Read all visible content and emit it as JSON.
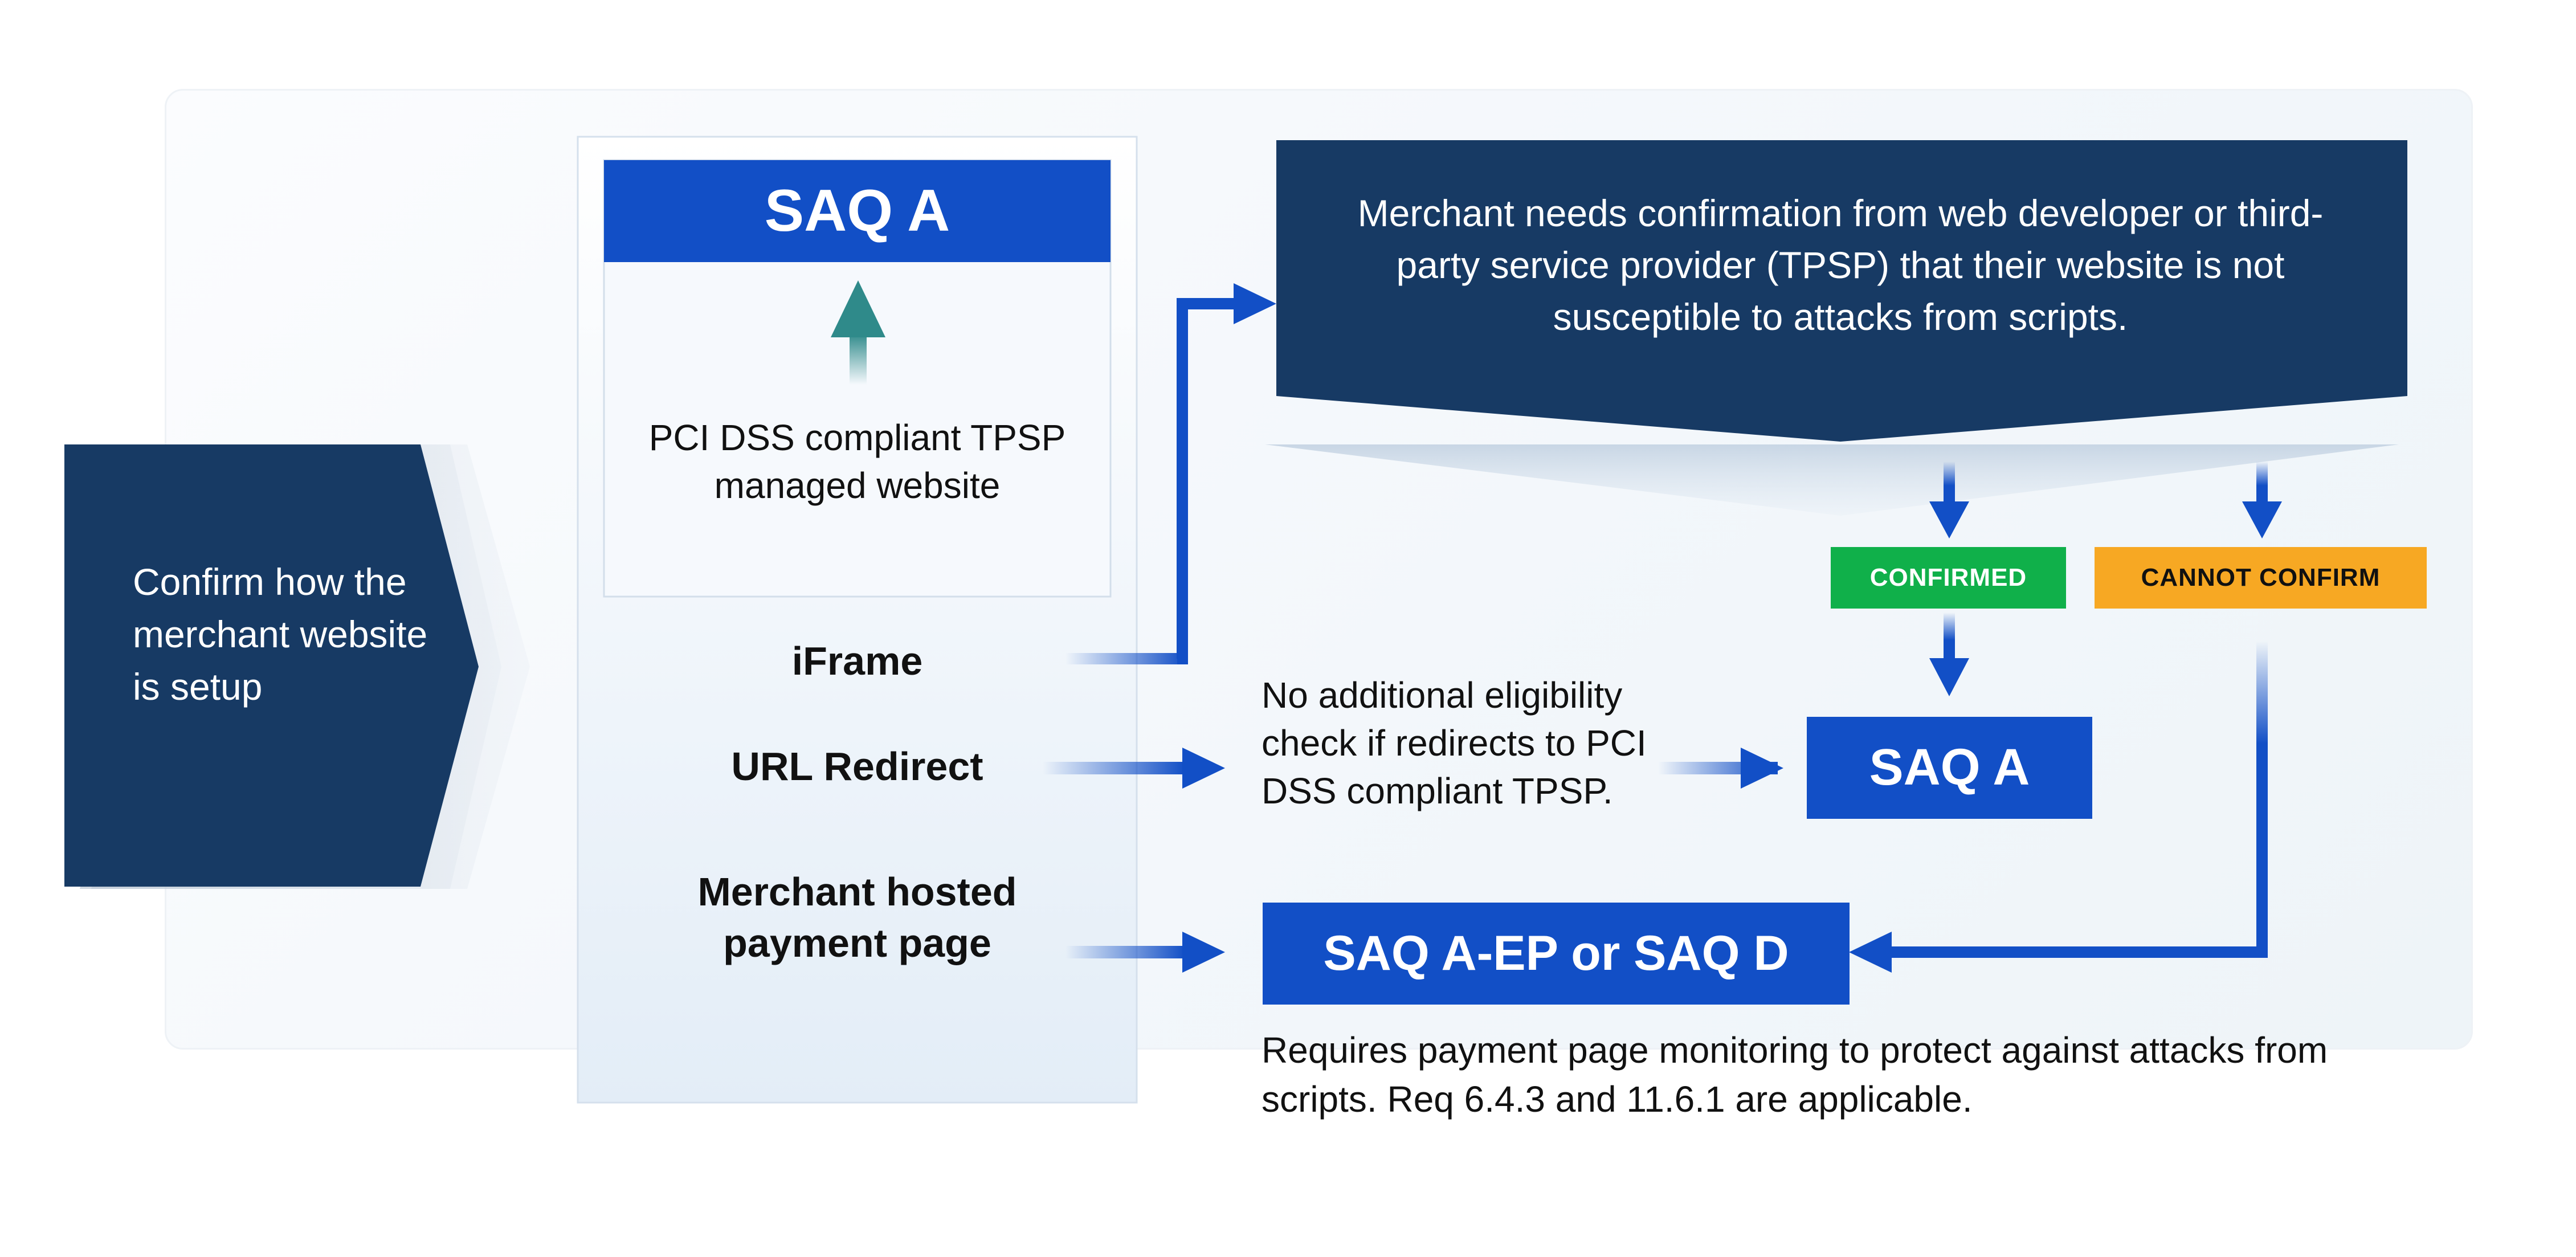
{
  "diagram": {
    "start_label": "Confirm how the merchant website is setup",
    "column": {
      "top_box_header": "SAQ A",
      "top_box_text": "PCI DSS compliant TPSP managed website",
      "options": {
        "iframe": "iFrame",
        "url_redirect": "URL Redirect",
        "merchant_hosted": "Merchant hosted payment page"
      }
    },
    "banner_text": "Merchant needs confirmation from web developer or third-party service provider (TPSP) that their website is not susceptible to attacks from scripts.",
    "confirmed_label": "CONFIRMED",
    "cannot_confirm_label": "CANNOT CONFIRM",
    "redirect_note": "No additional eligibility check if redirects to PCI DSS compliant TPSP.",
    "saq_a_right": "SAQ A",
    "saq_aep_or_d": "SAQ A-EP or SAQ D",
    "footer_note": "Requires payment page monitoring to protect against attacks from scripts. Req 6.4.3 and 11.6.1 are applicable."
  },
  "colors": {
    "navy": "#173a64",
    "blue": "#124fc6",
    "confirmed_green": "#10b04a",
    "cannot_confirm_orange": "#f7a823"
  },
  "icons": {
    "up_arrow": "arrow-up-icon"
  }
}
